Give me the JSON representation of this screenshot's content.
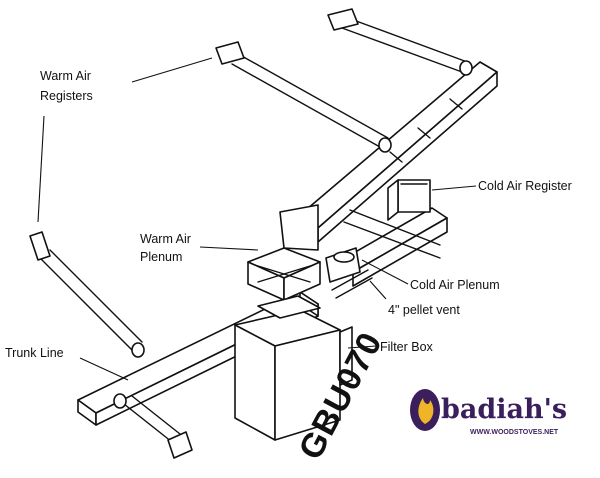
{
  "labels": {
    "warm_air_registers_line1": "Warm Air",
    "warm_air_registers_line2": "Registers",
    "warm_air_plenum_line1": "Warm Air",
    "warm_air_plenum_line2": "Plenum",
    "cold_air_register": "Cold Air Register",
    "cold_air_plenum": "Cold Air Plenum",
    "pellet_vent": "4\" pellet vent",
    "filter_box": "Filter Box",
    "trunk_line": "Trunk Line"
  },
  "model": "GBU070",
  "logo": {
    "name": "badiah's",
    "initial": "O",
    "website": "WWW.WOODSTOVES.NET"
  },
  "colors": {
    "line": "#111111",
    "background": "#ffffff",
    "logo_purple": "#3b1f5c",
    "logo_flame": "#f0b429"
  }
}
